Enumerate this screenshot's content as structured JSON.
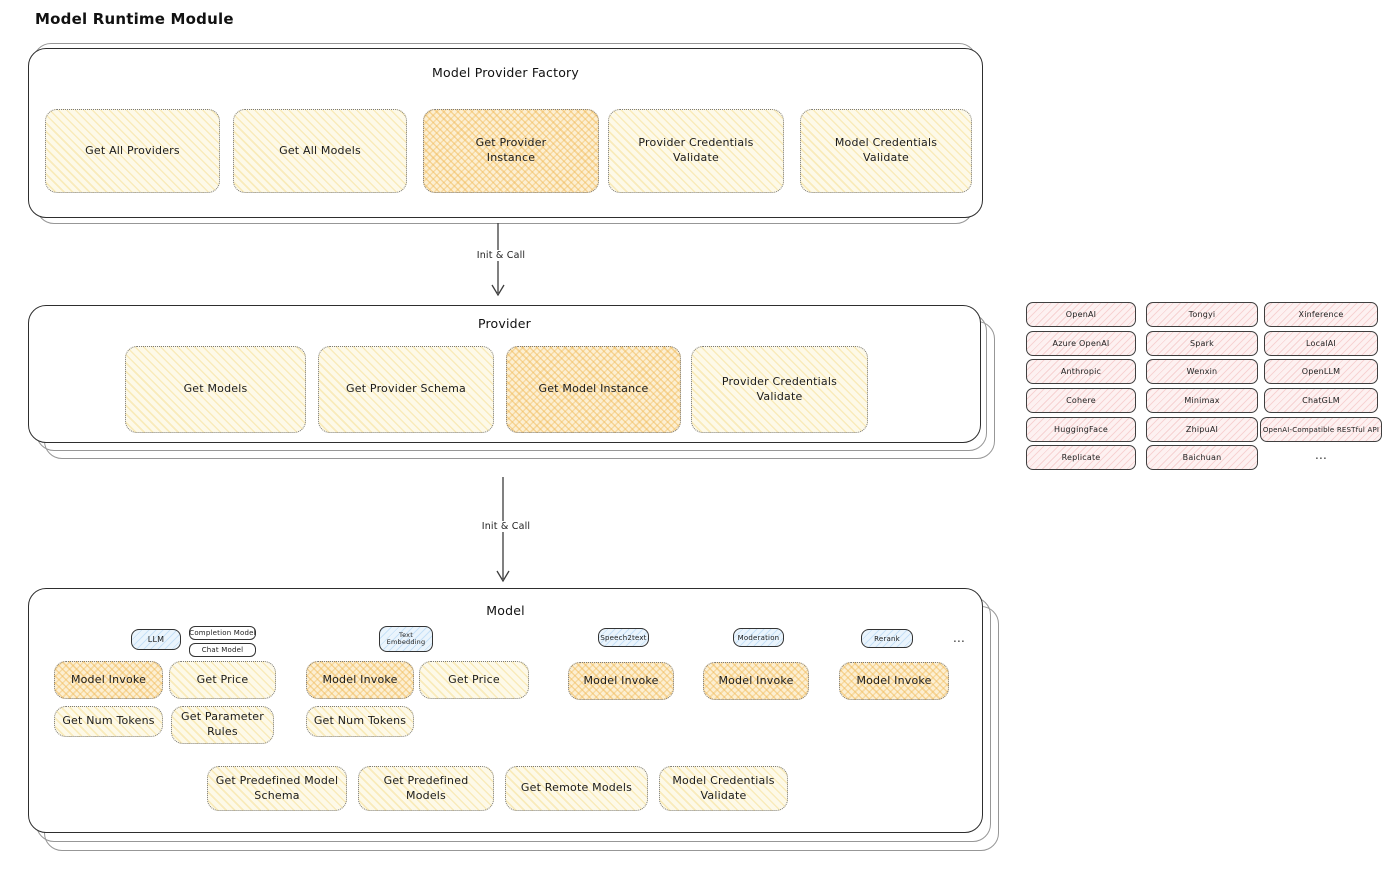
{
  "page": {
    "title": "Model Runtime Module"
  },
  "factory": {
    "title": "Model Provider Factory",
    "boxes": [
      {
        "label": "Get All Providers",
        "highlighted": false
      },
      {
        "label": "Get All Models",
        "highlighted": false
      },
      {
        "label": "Get Provider Instance",
        "highlighted": true
      },
      {
        "label": "Provider Credentials Validate",
        "highlighted": false
      },
      {
        "label": "Model Credentials Validate",
        "highlighted": false
      }
    ]
  },
  "arrow1": {
    "label": "Init & Call"
  },
  "arrow2": {
    "label": "Init & Call"
  },
  "provider": {
    "title": "Provider",
    "boxes": [
      {
        "label": "Get Models",
        "highlighted": false
      },
      {
        "label": "Get Provider Schema",
        "highlighted": false
      },
      {
        "label": "Get Model Instance",
        "highlighted": true
      },
      {
        "label": "Provider Credentials Validate",
        "highlighted": false
      }
    ]
  },
  "provider_list": {
    "items": [
      "OpenAI",
      "Tongyi",
      "Xinference",
      "Azure OpenAI",
      "Spark",
      "LocalAI",
      "Anthropic",
      "Wenxin",
      "OpenLLM",
      "Cohere",
      "Minimax",
      "ChatGLM",
      "HuggingFace",
      "ZhipuAI",
      "OpenAI-Compatible RESTful API",
      "Replicate",
      "Baichuan"
    ],
    "more": "..."
  },
  "model": {
    "title": "Model",
    "tags": {
      "llm": "LLM",
      "completion": "Completion Model",
      "chat": "Chat Model",
      "text_embedding": "Text Embedding",
      "speech2text": "Speech2text",
      "moderation": "Moderation",
      "rerank": "Rerank",
      "more": "..."
    },
    "ops": {
      "model_invoke": "Model Invoke",
      "get_price": "Get Price",
      "get_num_tokens": "Get Num Tokens",
      "get_parameter_rules": "Get Parameter Rules",
      "get_predefined_model_schema": "Get Predefined Model Schema",
      "get_predefined_models": "Get Predefined Models",
      "get_remote_models": "Get Remote Models",
      "model_credentials_validate": "Model Credentials Validate"
    }
  }
}
